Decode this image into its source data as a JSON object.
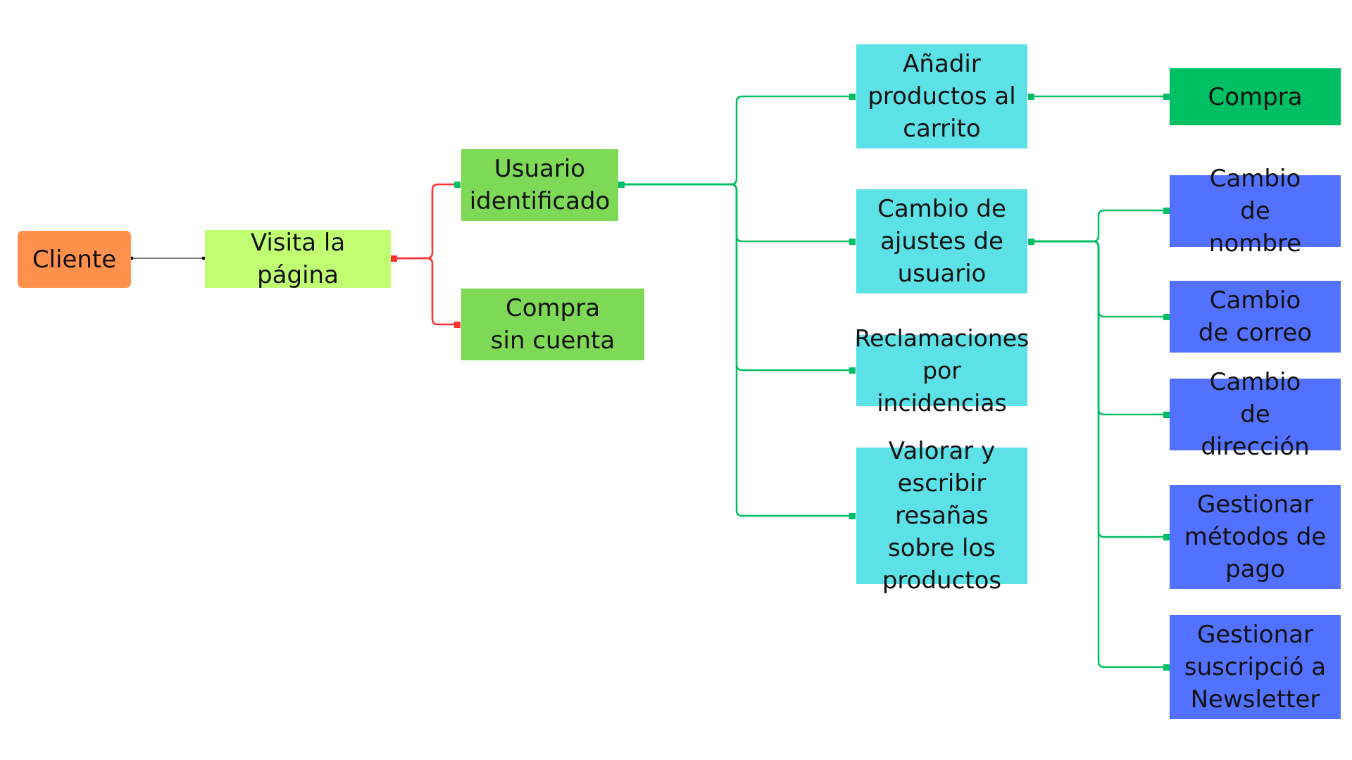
{
  "diagram": {
    "colors": {
      "root": "#ff914d",
      "level1": "#c1ff72",
      "level2": "#7ed957",
      "level3": "#5ce1e6",
      "purchase": "#00bf63",
      "settings_children": "#5271ff",
      "connector_green": "#00bf63",
      "connector_red": "#ff3131",
      "connector_dark": "#4a4a4a"
    },
    "nodes": {
      "cliente": "Cliente",
      "visita": "Visita la página",
      "usuario_identificado": "Usuario identificado",
      "compra_sin_cuenta": "Compra sin cuenta",
      "anadir_productos": "Añadir productos al carrito",
      "cambio_ajustes": "Cambio de ajustes de usuario",
      "reclamaciones": "Reclamaciones por incidencias",
      "valorar": "Valorar y escribir resañas sobre los productos",
      "compra": "Compra",
      "cambio_nombre": "Cambio de nombre",
      "cambio_correo": "Cambio de correo",
      "cambio_direccion": "Cambio de dirección",
      "gestionar_pago": "Gestionar métodos de pago",
      "gestionar_newsletter": "Gestionar suscripció a Newsletter"
    }
  }
}
